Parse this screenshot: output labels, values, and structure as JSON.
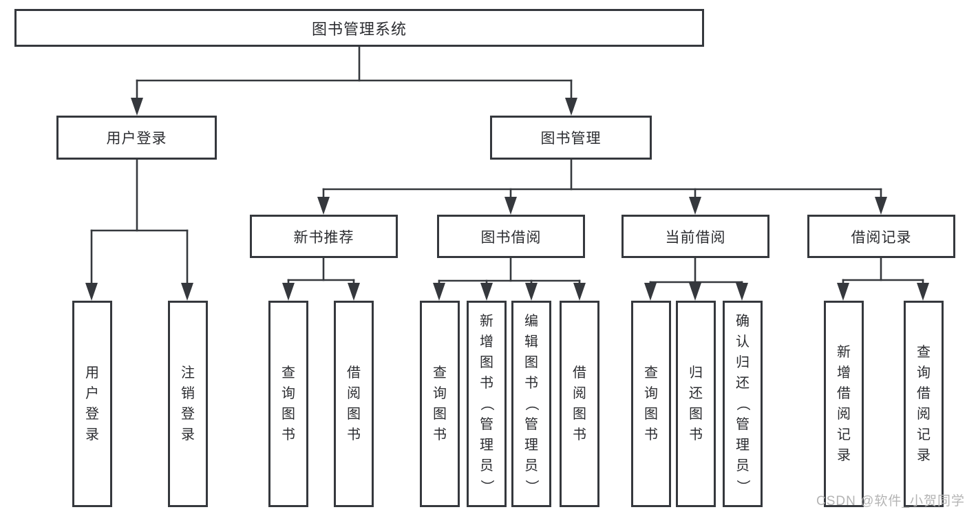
{
  "root": {
    "label": "图书管理系统"
  },
  "branches": {
    "user_login": {
      "label": "用户登录",
      "children": [
        "用户登录",
        "注销登录"
      ]
    },
    "book_management": {
      "label": "图书管理",
      "children": {
        "new_book_recommend": {
          "label": "新书推荐",
          "children": [
            "查询图书",
            "借阅图书"
          ]
        },
        "book_borrowing": {
          "label": "图书借阅",
          "children": [
            "查询图书",
            "新增图书（管理员）",
            "编辑图书（管理员）",
            "借阅图书"
          ]
        },
        "current_borrowing": {
          "label": "当前借阅",
          "children": [
            "查询图书",
            "归还图书",
            "确认归还（管理员）"
          ]
        },
        "borrowing_records": {
          "label": "借阅记录",
          "children": [
            "新增借阅记录",
            "查询借阅记录"
          ]
        }
      }
    }
  },
  "watermark": "CSDN @软件_小贺同学",
  "colors": {
    "line": "#35383d",
    "box_border": "#35383d",
    "text": "#2b2c30",
    "watermark": "#b4b4b4",
    "background": "#ffffff"
  }
}
